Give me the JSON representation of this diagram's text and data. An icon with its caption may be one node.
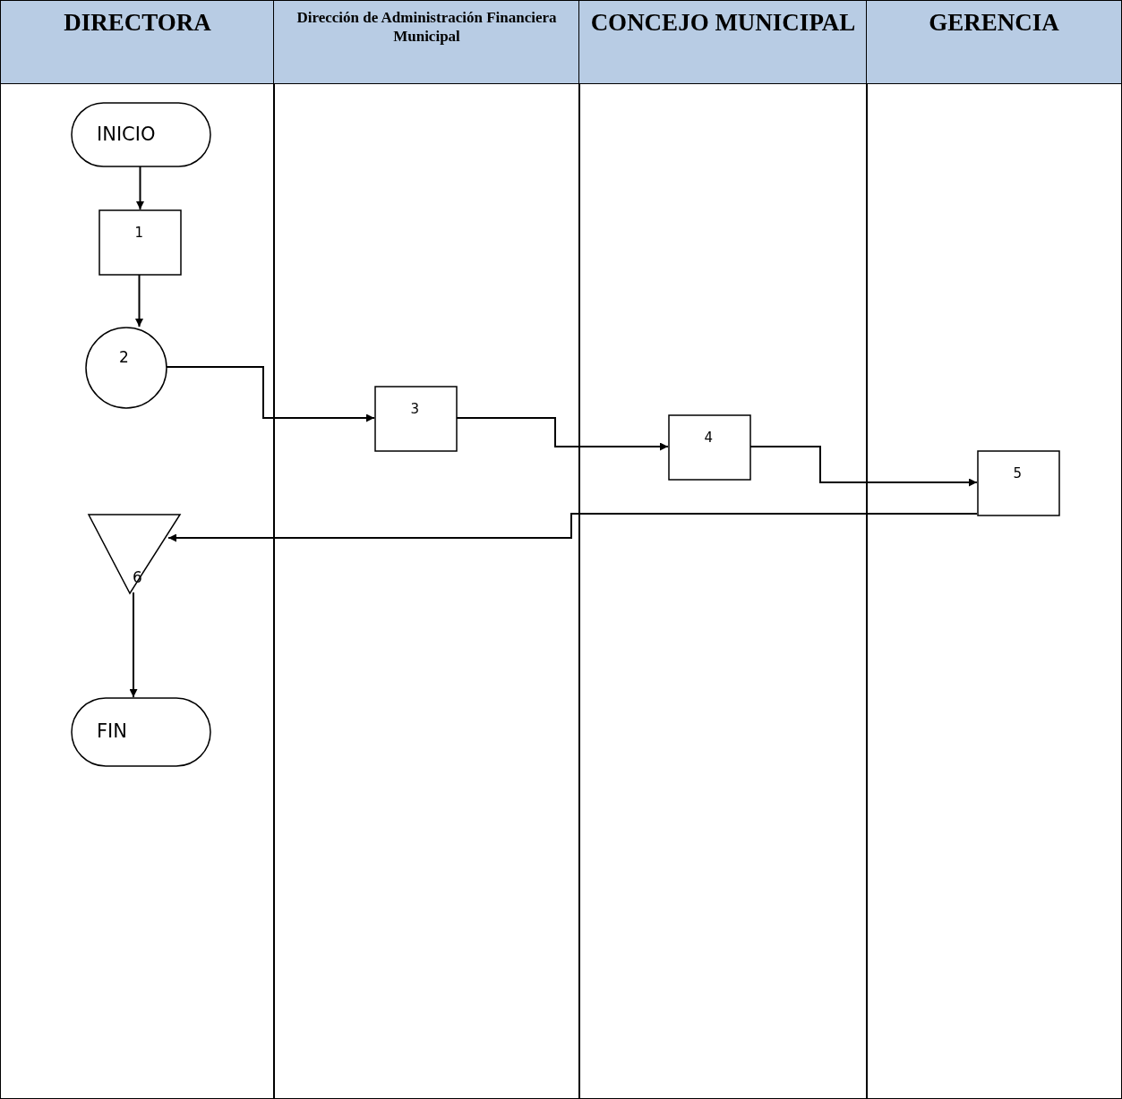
{
  "diagram": {
    "nodes": [
      {
        "text": [
          "DIRECTORA"
        ]
      },
      {
        "text": [
          "Dirección de Administración Financiera Municipal"
        ]
      },
      {
        "text": [
          "CONCEJO MUNICIPAL"
        ]
      },
      {
        "text": [
          "GERENCIA"
        ]
      },
      {
        "text": [
          "INICIO"
        ],
        "in": 0
      },
      {
        "text": [
          "1"
        ],
        "in": 0
      },
      {
        "text": [
          "2"
        ],
        "in": 0
      },
      {
        "text": [
          "3"
        ],
        "in": 1
      },
      {
        "text": [
          "4"
        ],
        "in": 2
      },
      {
        "text": [
          "5"
        ],
        "in": 3
      },
      {
        "text": [
          "6"
        ],
        "in": 0
      },
      {
        "text": [
          "FIN"
        ],
        "in": 0
      }
    ],
    "edges": [
      {
        "from": 4,
        "to": 5,
        "arrow": "to"
      },
      {
        "from": 5,
        "to": 6,
        "arrow": "to"
      },
      {
        "from": 6,
        "to": 7,
        "arrow": "to"
      },
      {
        "from": 7,
        "to": 8,
        "arrow": "to"
      },
      {
        "from": 8,
        "to": 9,
        "arrow": "to"
      },
      {
        "from": 9,
        "to": 10,
        "arrow": "to"
      },
      {
        "from": 10,
        "to": 11,
        "arrow": "to"
      }
    ]
  }
}
